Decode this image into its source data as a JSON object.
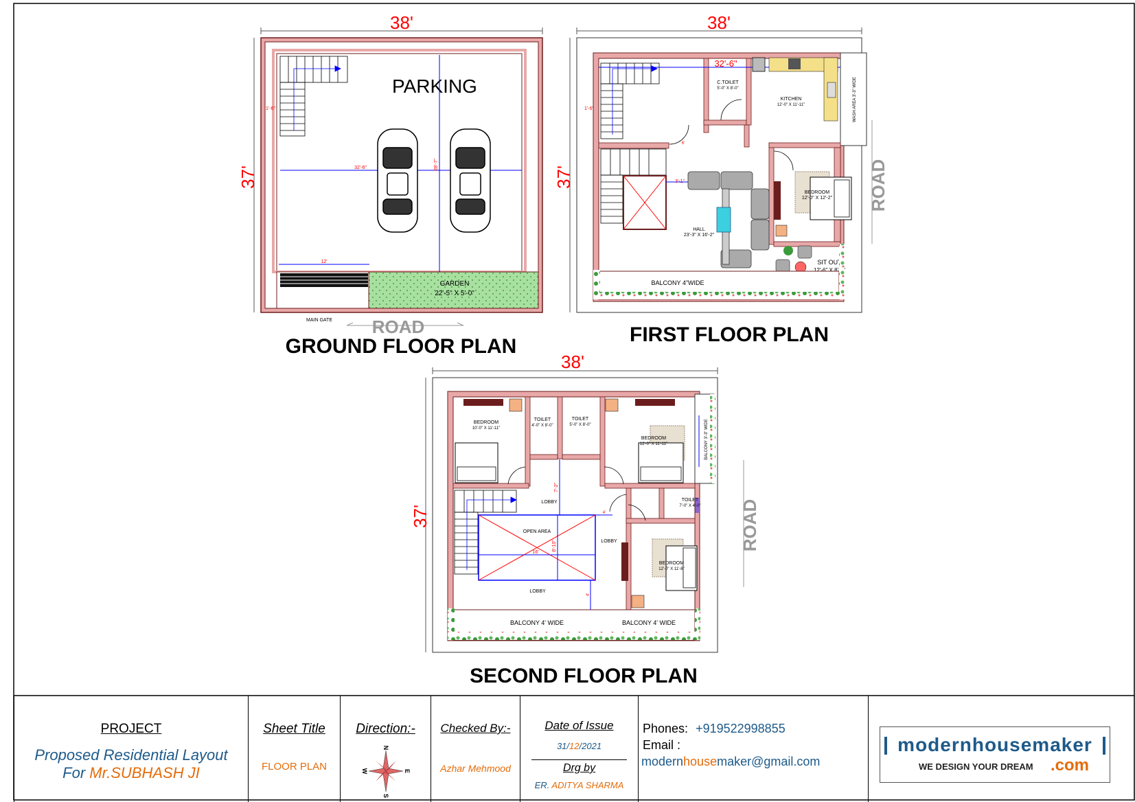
{
  "ground_floor": {
    "title": "GROUND FLOOR PLAN",
    "width_dim": "38'",
    "depth_dim": "37'",
    "parking_label": "PARKING",
    "dim_stair": "1'-6\"",
    "dim_horizontal": "32'-6\"",
    "dim_vertical": "28'-7\"",
    "dim_gate": "12'",
    "garden_label": "GARDEN",
    "garden_size": "22'-5\" X 5'-0\"",
    "main_gate": "MAIN GATE",
    "road": "ROAD"
  },
  "first_floor": {
    "title": "FIRST FLOOR PLAN",
    "width_dim": "38'",
    "depth_dim": "37'",
    "inner_dim": "32'-6\"",
    "dim_stair": "1'-6\"",
    "ctoilet_label": "C.TOILET",
    "ctoilet_size": "5'-0\" X 8'-0\"",
    "kitchen_label": "KITCHEN",
    "kitchen_size": "12'-0\" X 11'-11\"",
    "wash_area": "WASH AREA 3'-3\" WIDE",
    "door_dim": "6'",
    "lift_dim": "3'-1\"",
    "bedroom_label": "BEDROOM",
    "bedroom_size": "12'-0\" X 12'-2\"",
    "hall_label": "HALL",
    "hall_size": "23'-3\" X 16'-2\"",
    "sitout_label": "SIT OUT",
    "sitout_size": "12'-6\" X 8'-0\"",
    "balcony": "BALCONY 4\"WIDE",
    "road": "ROAD"
  },
  "second_floor": {
    "title": "SECOND FLOOR PLAN",
    "width_dim": "38'",
    "depth_dim": "37'",
    "bedroom1_label": "BEDROOM",
    "bedroom1_size": "10'-0\" X 11'-11\"",
    "toilet1_label": "TOILET",
    "toilet1_size": "4'-0\" X 8'-0\"",
    "toilet2_label": "TOILET",
    "toilet2_size": "5'-0\" X 8'-0\"",
    "bedroom2_label": "BEDROOM",
    "bedroom2_size": "12'-0\" X 11'-11\"",
    "balcony_side": "BALCONY 3'-3\" WIDE",
    "dim_lobby_v": "7'-2\"",
    "lobby_top": "LOBBY",
    "toilet3_label": "TOILET",
    "toilet3_size": "7'-0\" X 4'-0\"",
    "dim_small1": "4'",
    "open_area": "OPEN AREA",
    "dim_open_w": "16'",
    "dim_open_h": "8'-10\"",
    "lobby_right": "LOBBY",
    "bedroom3_label": "BEDROOM",
    "bedroom3_size": "12'-0\" X 11'-8\"",
    "lobby_bottom": "LOBBY",
    "dim_small2": "4'",
    "balcony_a": "BALCONY 4' WIDE",
    "balcony_b": "BALCONY 4' WIDE",
    "road": "ROAD"
  },
  "title_block": {
    "project_heading": "PROJECT",
    "project_line1": "Proposed Residential Layout",
    "project_for": "For ",
    "project_client": "Mr.SUBHASH JI",
    "sheet_title_heading": "Sheet Title",
    "sheet_title_value": "FLOOR PLAN",
    "direction_heading": "Direction:-",
    "compass_n": "N",
    "compass_s": "S",
    "compass_e": "E",
    "compass_w": "W",
    "checked_heading": "Checked By:-",
    "checked_value": "Azhar Mehmood",
    "date_heading": "Date of Issue",
    "date_d": "31",
    "date_m": "12",
    "date_y": "2021",
    "date_sep": "/",
    "drg_heading": "Drg by",
    "drg_prefix": "ER.",
    "drg_name": "ADITYA SHARMA",
    "phones_label": "Phones:",
    "phones_value": "+919522998855",
    "email_label": "Email :",
    "email_part1": "modern",
    "email_part2": "house",
    "email_part3": "maker@gmail.com",
    "logo_text": "modernhousemaker",
    "logo_tagline": "WE DESIGN YOUR DREAM",
    "logo_tld": ".com"
  },
  "colors": {
    "wall": "#e8a8a8",
    "wall_stroke": "#6b1d1d",
    "dimension": "#ff0000",
    "dim_line": "#0000ff",
    "garden": "#a8e0a0",
    "road_text": "#999999",
    "blue_text": "#1d5a8a",
    "orange_text": "#e46c0a"
  }
}
